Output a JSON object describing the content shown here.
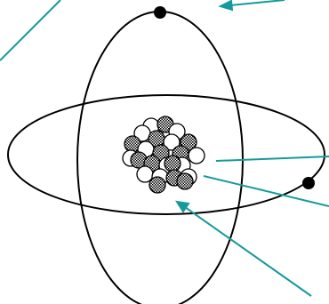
{
  "diagram": {
    "type": "atom-model",
    "orbits": 2,
    "electrons": 2,
    "nucleus_particles": {
      "white": 13,
      "checkered": 11
    },
    "colors": {
      "line": "#000000",
      "electron": "#000000",
      "pointer": "#159a9c",
      "background": "#ffffff"
    }
  }
}
